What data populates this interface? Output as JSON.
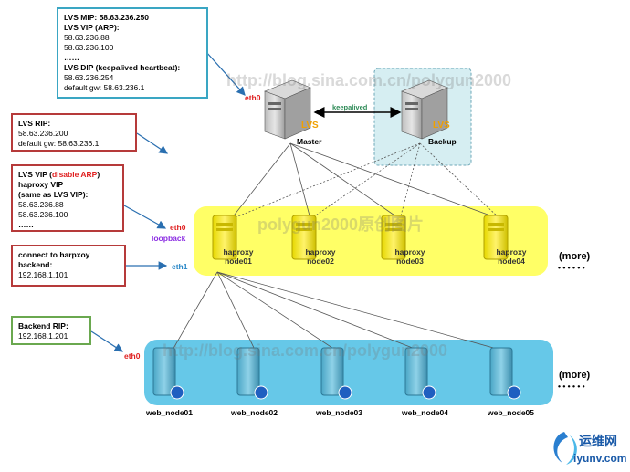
{
  "notes": {
    "lvs_box": {
      "mip": "LVS MIP: 58.63.236.250",
      "vip_title": "LVS VIP (ARP):",
      "vip1": "58.63.236.88",
      "vip2": "58.63.236.100",
      "ellipsis": "……",
      "dip_title": "LVS DIP (keepalived heartbeat):",
      "dip": "58.63.236.254",
      "gw": "default gw: 58.63.236.1"
    },
    "rip_box": {
      "title": "LVS RIP:",
      "ip": "58.63.236.200",
      "gw": "default gw: 58.63.236.1"
    },
    "vip_box": {
      "title_a": "LVS VIP (",
      "title_warn": "disable ARP",
      "title_b": ")",
      "line2": "haproxy VIP",
      "line3": "(same as LVS VIP):",
      "ip1": "58.63.236.88",
      "ip2": "58.63.236.100",
      "ellipsis": "……"
    },
    "backend_box": {
      "title": "connect to harpxoy backend:",
      "ip": "192.168.1.101"
    },
    "rip_backend_box": {
      "title": "Backend RIP:",
      "ip": "192.168.1.201"
    }
  },
  "interfaces": {
    "eth0_lvs": "eth0",
    "eth0_ha": "eth0",
    "loopback": "loopback",
    "eth1": "eth1",
    "eth0_web": "eth0"
  },
  "lvs": {
    "master_title": "LVS",
    "master_sub": "Master",
    "backup_title": "LVS",
    "backup_sub": "Backup",
    "heartbeat": "keepalived"
  },
  "haproxy_nodes": [
    {
      "title": "haproxy",
      "sub": "node01"
    },
    {
      "title": "haproxy",
      "sub": "node02"
    },
    {
      "title": "haproxy",
      "sub": "node03"
    },
    {
      "title": "haproxy",
      "sub": "node04"
    }
  ],
  "web_nodes": [
    "web_node01",
    "web_node02",
    "web_node03",
    "web_node04",
    "web_node05"
  ],
  "more_label": "(more)",
  "more_dots": "• • • • • •",
  "watermarks": {
    "top": "http://blog.sina.com.cn/polygun2000",
    "middle": "polygun2000原创图片",
    "bottom": "http://blog.sina.com.cn/polygun2000"
  },
  "logo": {
    "cn": "运维网",
    "domain": "iyunv.com"
  },
  "colors": {
    "yellow_band": "#ffff66",
    "blue_band": "#66c8e8",
    "backup_area": "#d6eef2",
    "lvs_label": "#f0a000"
  }
}
